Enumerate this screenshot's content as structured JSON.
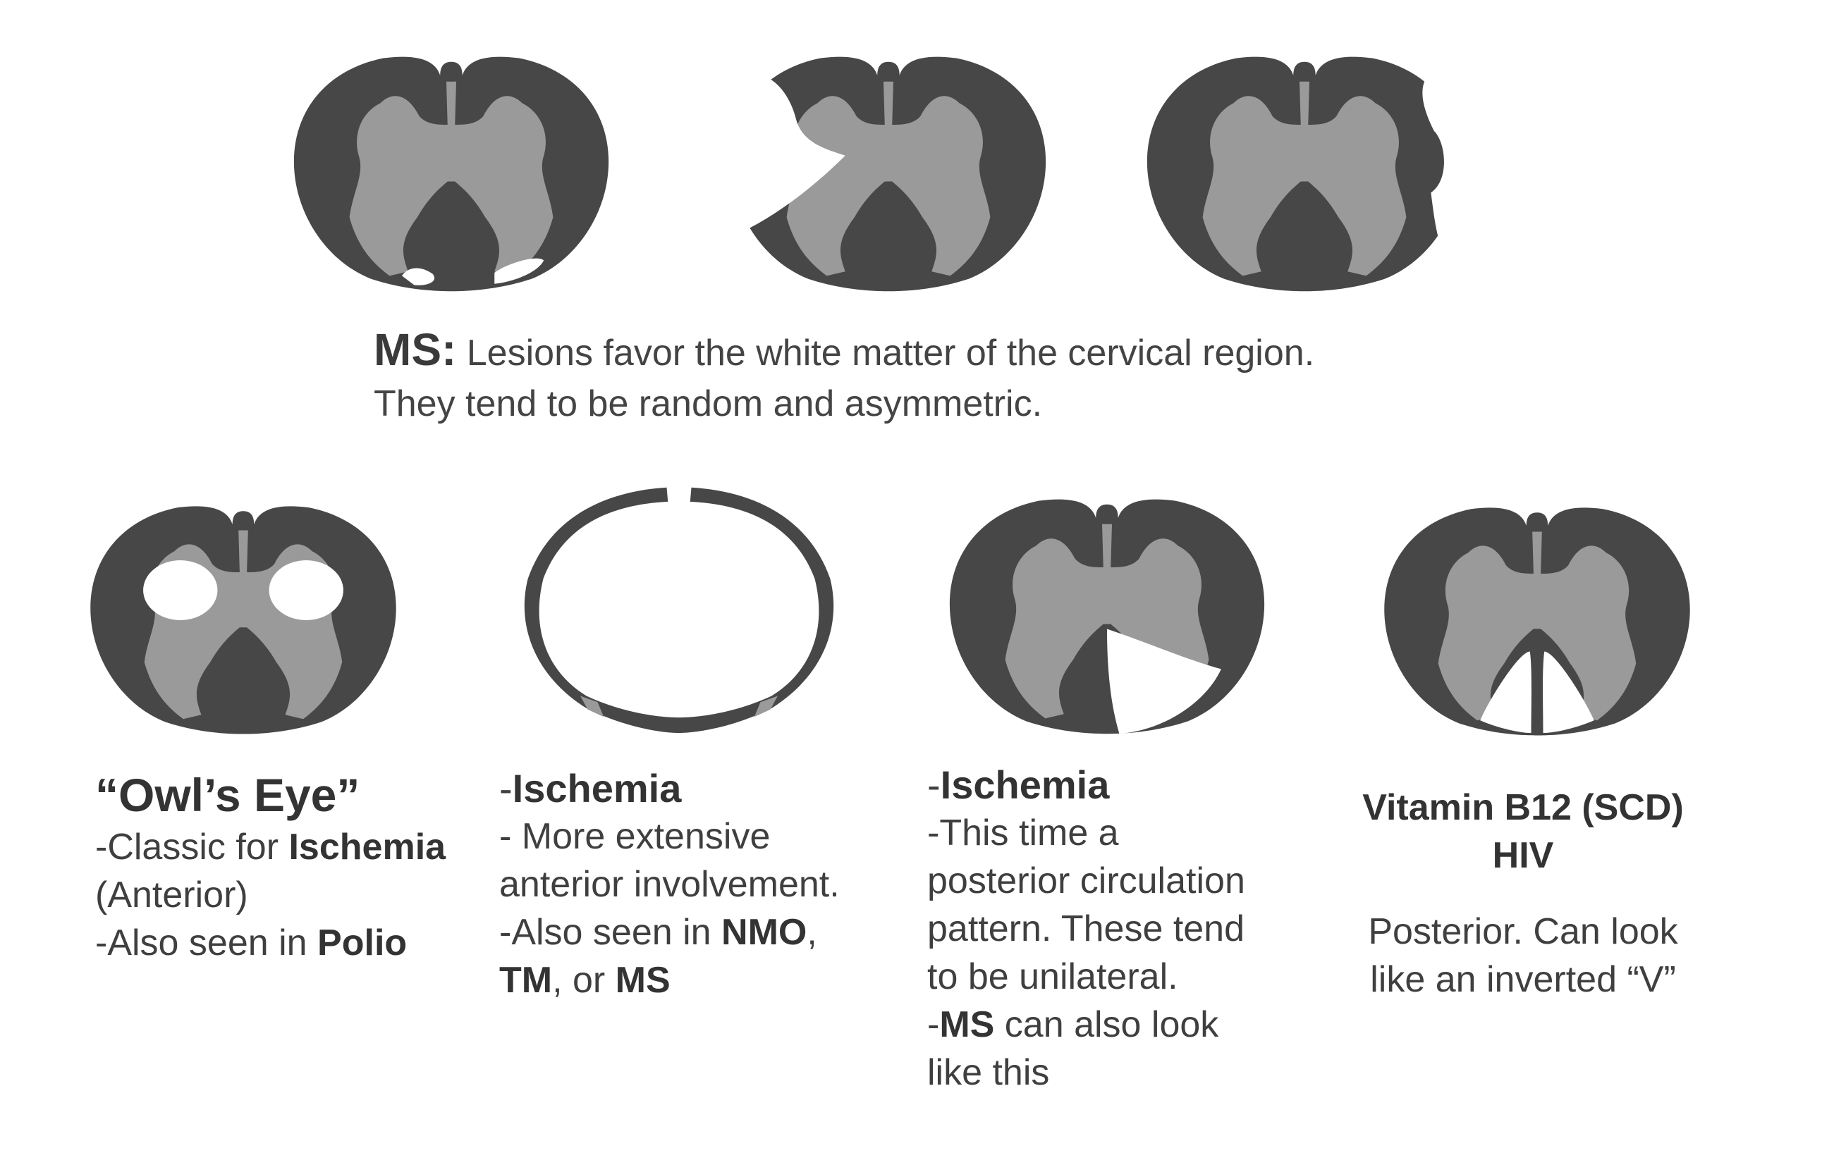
{
  "colors": {
    "white_matter": "#474747",
    "gray_matter": "#9a9a9a",
    "lesion": "#ffffff"
  },
  "ms": {
    "label": "MS:",
    "line1": "Lesions favor the white matter of the cervical region.",
    "line2": "They tend to be random and asymmetric."
  },
  "owl": {
    "title": "“Owl’s Eye”",
    "l1_pre": "-Classic for ",
    "l1_bold": "Ischemia",
    "l2": "(Anterior)",
    "l3_pre": "-Also seen in ",
    "l3_bold": "Polio"
  },
  "ischemia_anterior": {
    "dash": "-",
    "title": "Ischemia",
    "l1": "- More extensive",
    "l2": "anterior involvement.",
    "l3_pre": "-Also seen in ",
    "l3_bold": "NMO",
    "l3_post": ",",
    "l4_bold1": "TM",
    "l4_mid": ", or ",
    "l4_bold2": "MS"
  },
  "ischemia_posterior": {
    "dash": "-",
    "title": "Ischemia",
    "l1": "-This time a",
    "l2": "posterior circulation",
    "l3": "pattern.  These tend",
    "l4": "to be unilateral.",
    "l5_dash": "-",
    "l5_bold": "MS",
    "l5_post": " can also look",
    "l6": "like this"
  },
  "b12": {
    "title1": "Vitamin B12 (SCD)",
    "title2": "HIV",
    "l1": "Posterior. Can look",
    "l2": "like an inverted “V”"
  }
}
